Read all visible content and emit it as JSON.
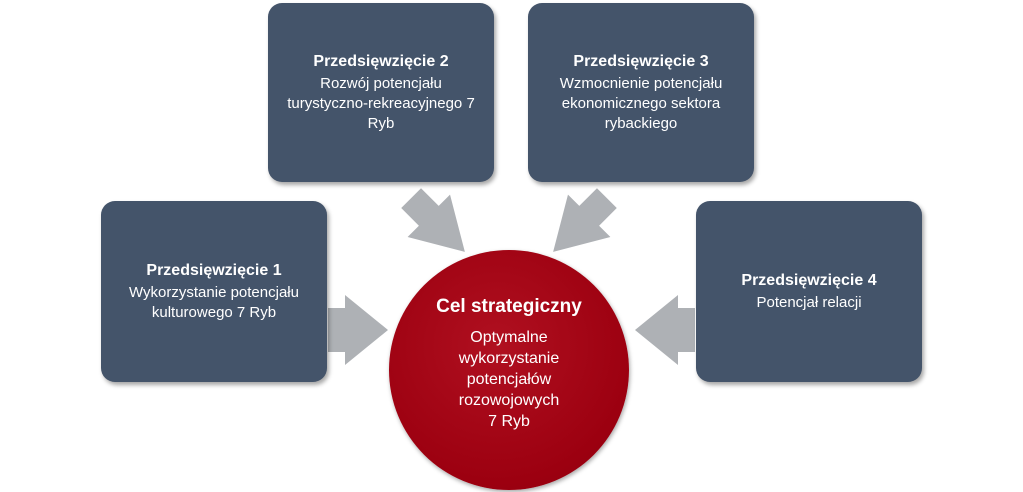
{
  "colors": {
    "box": "#44546a",
    "circle": "#a00012",
    "arrow": "#aeb1b5",
    "text": "#ffffff"
  },
  "center": {
    "title": "Cel strategiczny",
    "description": "Optymalne\nwykorzystanie\npotencjałów\nrozowojowych\n7  Ryb"
  },
  "projects": [
    {
      "title": "Przedsięwzięcie 1",
      "description": "Wykorzystanie potencjału kulturowego 7 Ryb"
    },
    {
      "title": "Przedsięwzięcie 2",
      "description": "Rozwój potencjału turystyczno-rekreacyjnego 7 Ryb"
    },
    {
      "title": "Przedsięwzięcie 3",
      "description": "Wzmocnienie potencjału ekonomicznego sektora rybackiego"
    },
    {
      "title": "Przedsięwzięcie 4",
      "description": "Potencjał relacji"
    }
  ]
}
